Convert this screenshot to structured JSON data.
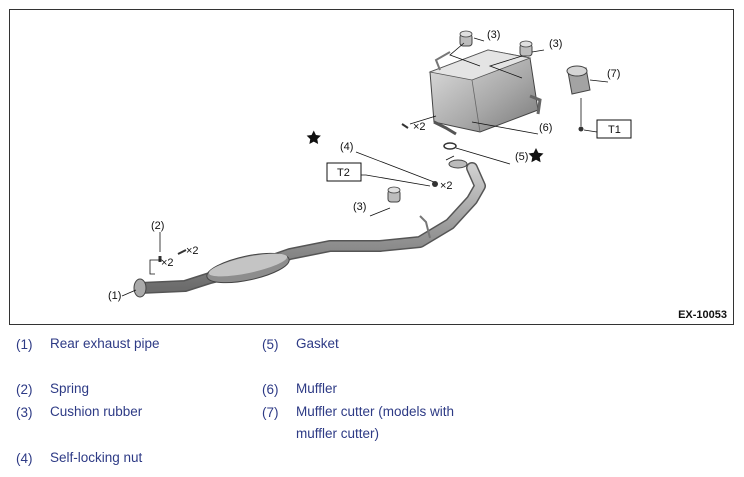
{
  "figure": {
    "code": "EX-10053",
    "callouts": {
      "c1": "(1)",
      "c2": "(2)",
      "c3a": "(3)",
      "c3b": "(3)",
      "c3c": "(3)",
      "c4": "(4)",
      "c5": "(5)",
      "c6": "(6)",
      "c7": "(7)",
      "x2a": "×2",
      "x2b": "×2",
      "x2c": "×2",
      "x2d": "×2",
      "t1": "T1",
      "t2": "T2"
    }
  },
  "legend": [
    {
      "num": "(1)",
      "text": "Rear exhaust pipe"
    },
    {
      "num": "(2)",
      "text": "Spring"
    },
    {
      "num": "(3)",
      "text": "Cushion rubber"
    },
    {
      "num": "(4)",
      "text": "Self-locking nut"
    },
    {
      "num": "(5)",
      "text": "Gasket"
    },
    {
      "num": "(6)",
      "text": "Muffler"
    },
    {
      "num": "(7)",
      "text": "Muffler cutter (models with",
      "text2": "muffler cutter)"
    }
  ]
}
